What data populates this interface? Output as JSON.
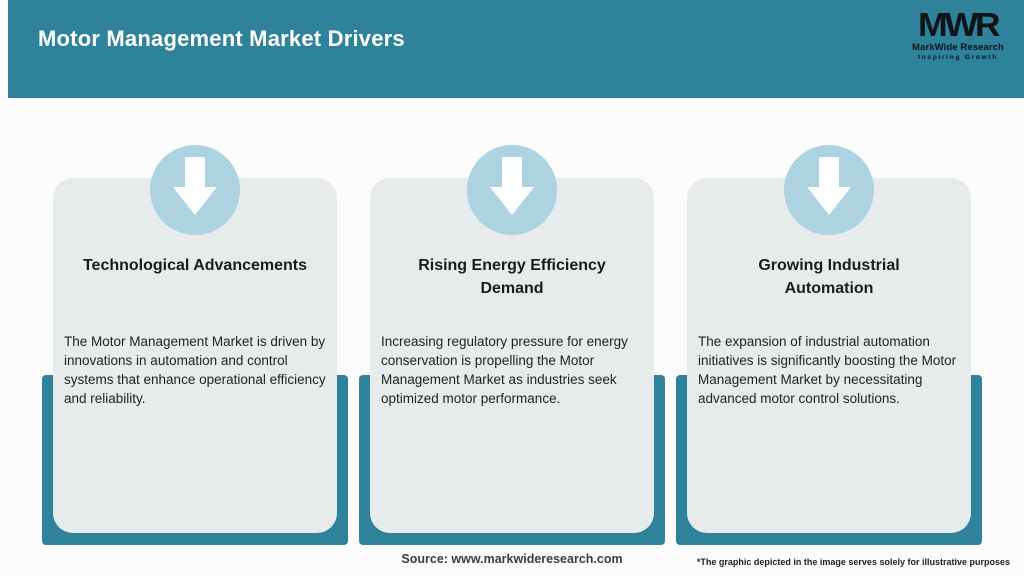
{
  "header": {
    "title": "Motor Management Market Drivers",
    "logo": {
      "monogram": "MWR",
      "name": "MarkWide Research",
      "tagline": "Inspiring Growth"
    }
  },
  "cards": [
    {
      "icon": "down-arrow-icon",
      "title": "Technological Advancements",
      "title_lines": [
        "Technological Advancements"
      ],
      "description": "The Motor Management Market is driven by innovations in automation and control systems that enhance operational efficiency and reliability."
    },
    {
      "icon": "down-arrow-icon",
      "title": "Rising Energy Efficiency Demand",
      "title_lines": [
        "Rising Energy Efficiency",
        "Demand"
      ],
      "description": "Increasing regulatory pressure for energy conservation is propelling the Motor Management Market as industries seek optimized motor performance."
    },
    {
      "icon": "down-arrow-icon",
      "title": "Growing Industrial Automation",
      "title_lines": [
        "Growing Industrial",
        "Automation"
      ],
      "description": "The expansion of industrial automation initiatives is significantly boosting the Motor Management Market by necessitating advanced motor control solutions."
    }
  ],
  "footer": {
    "source": "Source: www.markwideresearch.com",
    "disclaimer": "*The graphic depicted in the image serves solely for illustrative purposes"
  },
  "colors": {
    "accent_teal": "#2E8299",
    "arrow_circle_blue": "#ACD3DF",
    "arrow_glyph": "#FFFFFF",
    "card_background": "#E8EBEB",
    "header_text": "#FFFFFF",
    "title_text": "#1B1B1B",
    "body_text": "#222222",
    "logo_text": "#0E1418"
  }
}
